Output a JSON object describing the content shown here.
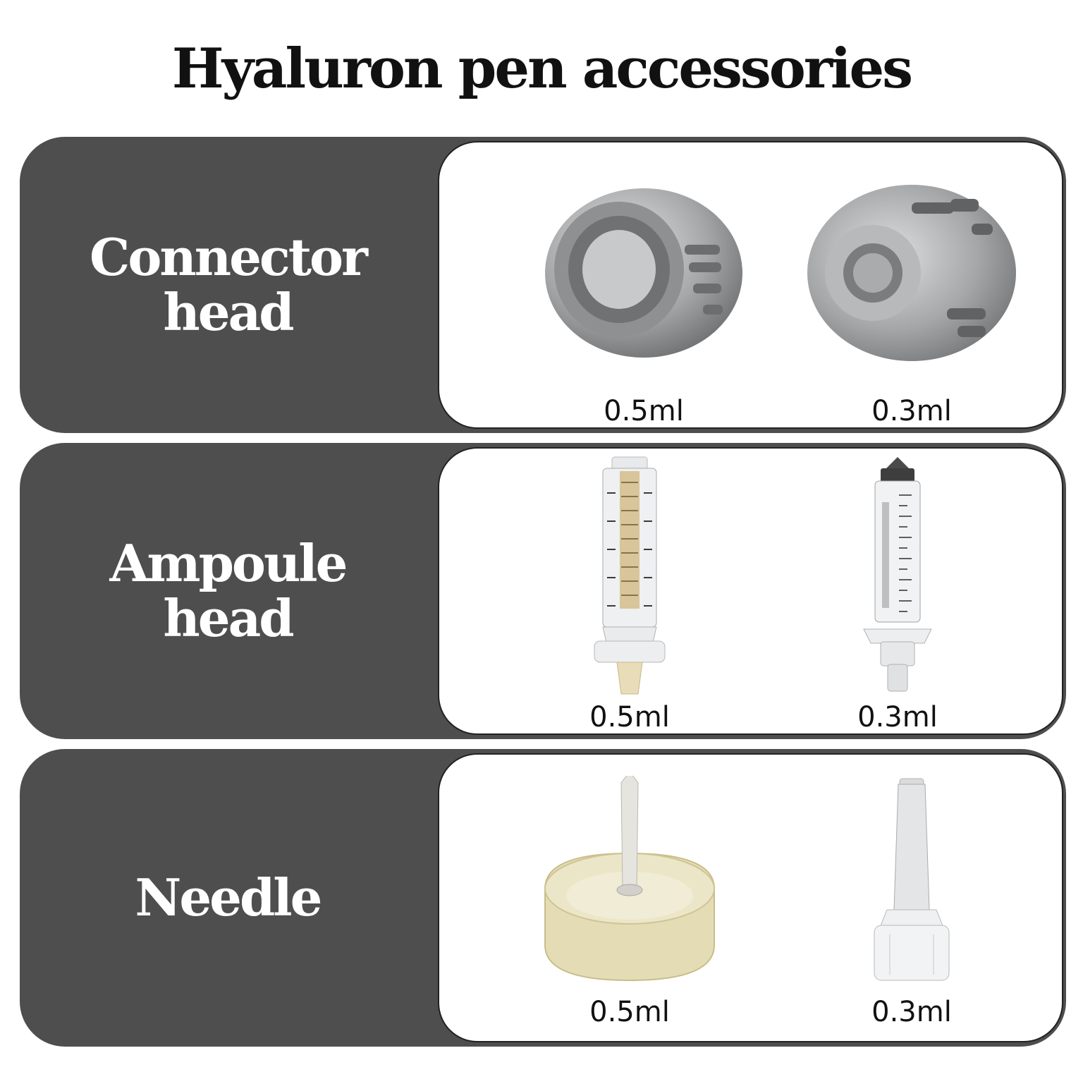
{
  "title": "Hyaluron pen accessories",
  "rows": [
    {
      "label_line1": "Connector",
      "label_line2": "head",
      "items": [
        {
          "caption": "0.5ml",
          "icon": "connector-head-0.5ml-icon"
        },
        {
          "caption": "0.3ml",
          "icon": "connector-head-0.3ml-icon"
        }
      ]
    },
    {
      "label_line1": "Ampoule",
      "label_line2": "head",
      "items": [
        {
          "caption": "0.5ml",
          "icon": "ampoule-0.5ml-icon"
        },
        {
          "caption": "0.3ml",
          "icon": "ampoule-0.3ml-icon"
        }
      ]
    },
    {
      "label_line1": "Needle",
      "items": [
        {
          "caption": "0.5ml",
          "icon": "needle-0.5ml-icon"
        },
        {
          "caption": "0.3ml",
          "icon": "needle-0.3ml-icon"
        }
      ]
    }
  ],
  "colors": {
    "row_background": "#4e4e4e",
    "panel_background": "#ffffff",
    "metal": "#a7a9ab",
    "ampoule_amber": "#d8c59a"
  }
}
